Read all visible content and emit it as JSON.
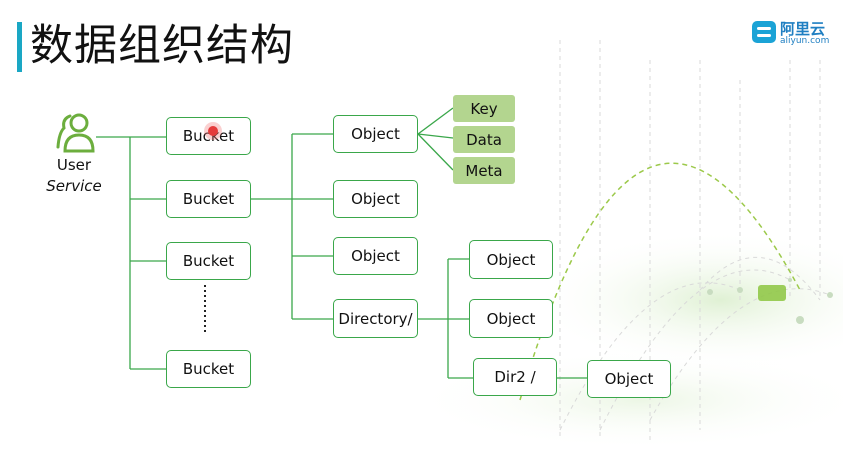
{
  "title": "数据组织结构",
  "logo": {
    "name_cn": "阿里云",
    "name_en": "aliyun.com"
  },
  "user": {
    "label": "User",
    "sublabel": "Service"
  },
  "buckets": [
    "Bucket",
    "Bucket",
    "Bucket",
    "Bucket"
  ],
  "objects": [
    "Object",
    "Object",
    "Object"
  ],
  "directory": "Directory/",
  "object_attributes": [
    "Key",
    "Data",
    "Meta"
  ],
  "directory_children": [
    "Object",
    "Object"
  ],
  "subdirectory": "Dir2 /",
  "subdirectory_child": "Object",
  "colors": {
    "accent": "#3aa74a",
    "leaf_fill": "#b3d58f",
    "title_bar": "#1aa7c4"
  }
}
